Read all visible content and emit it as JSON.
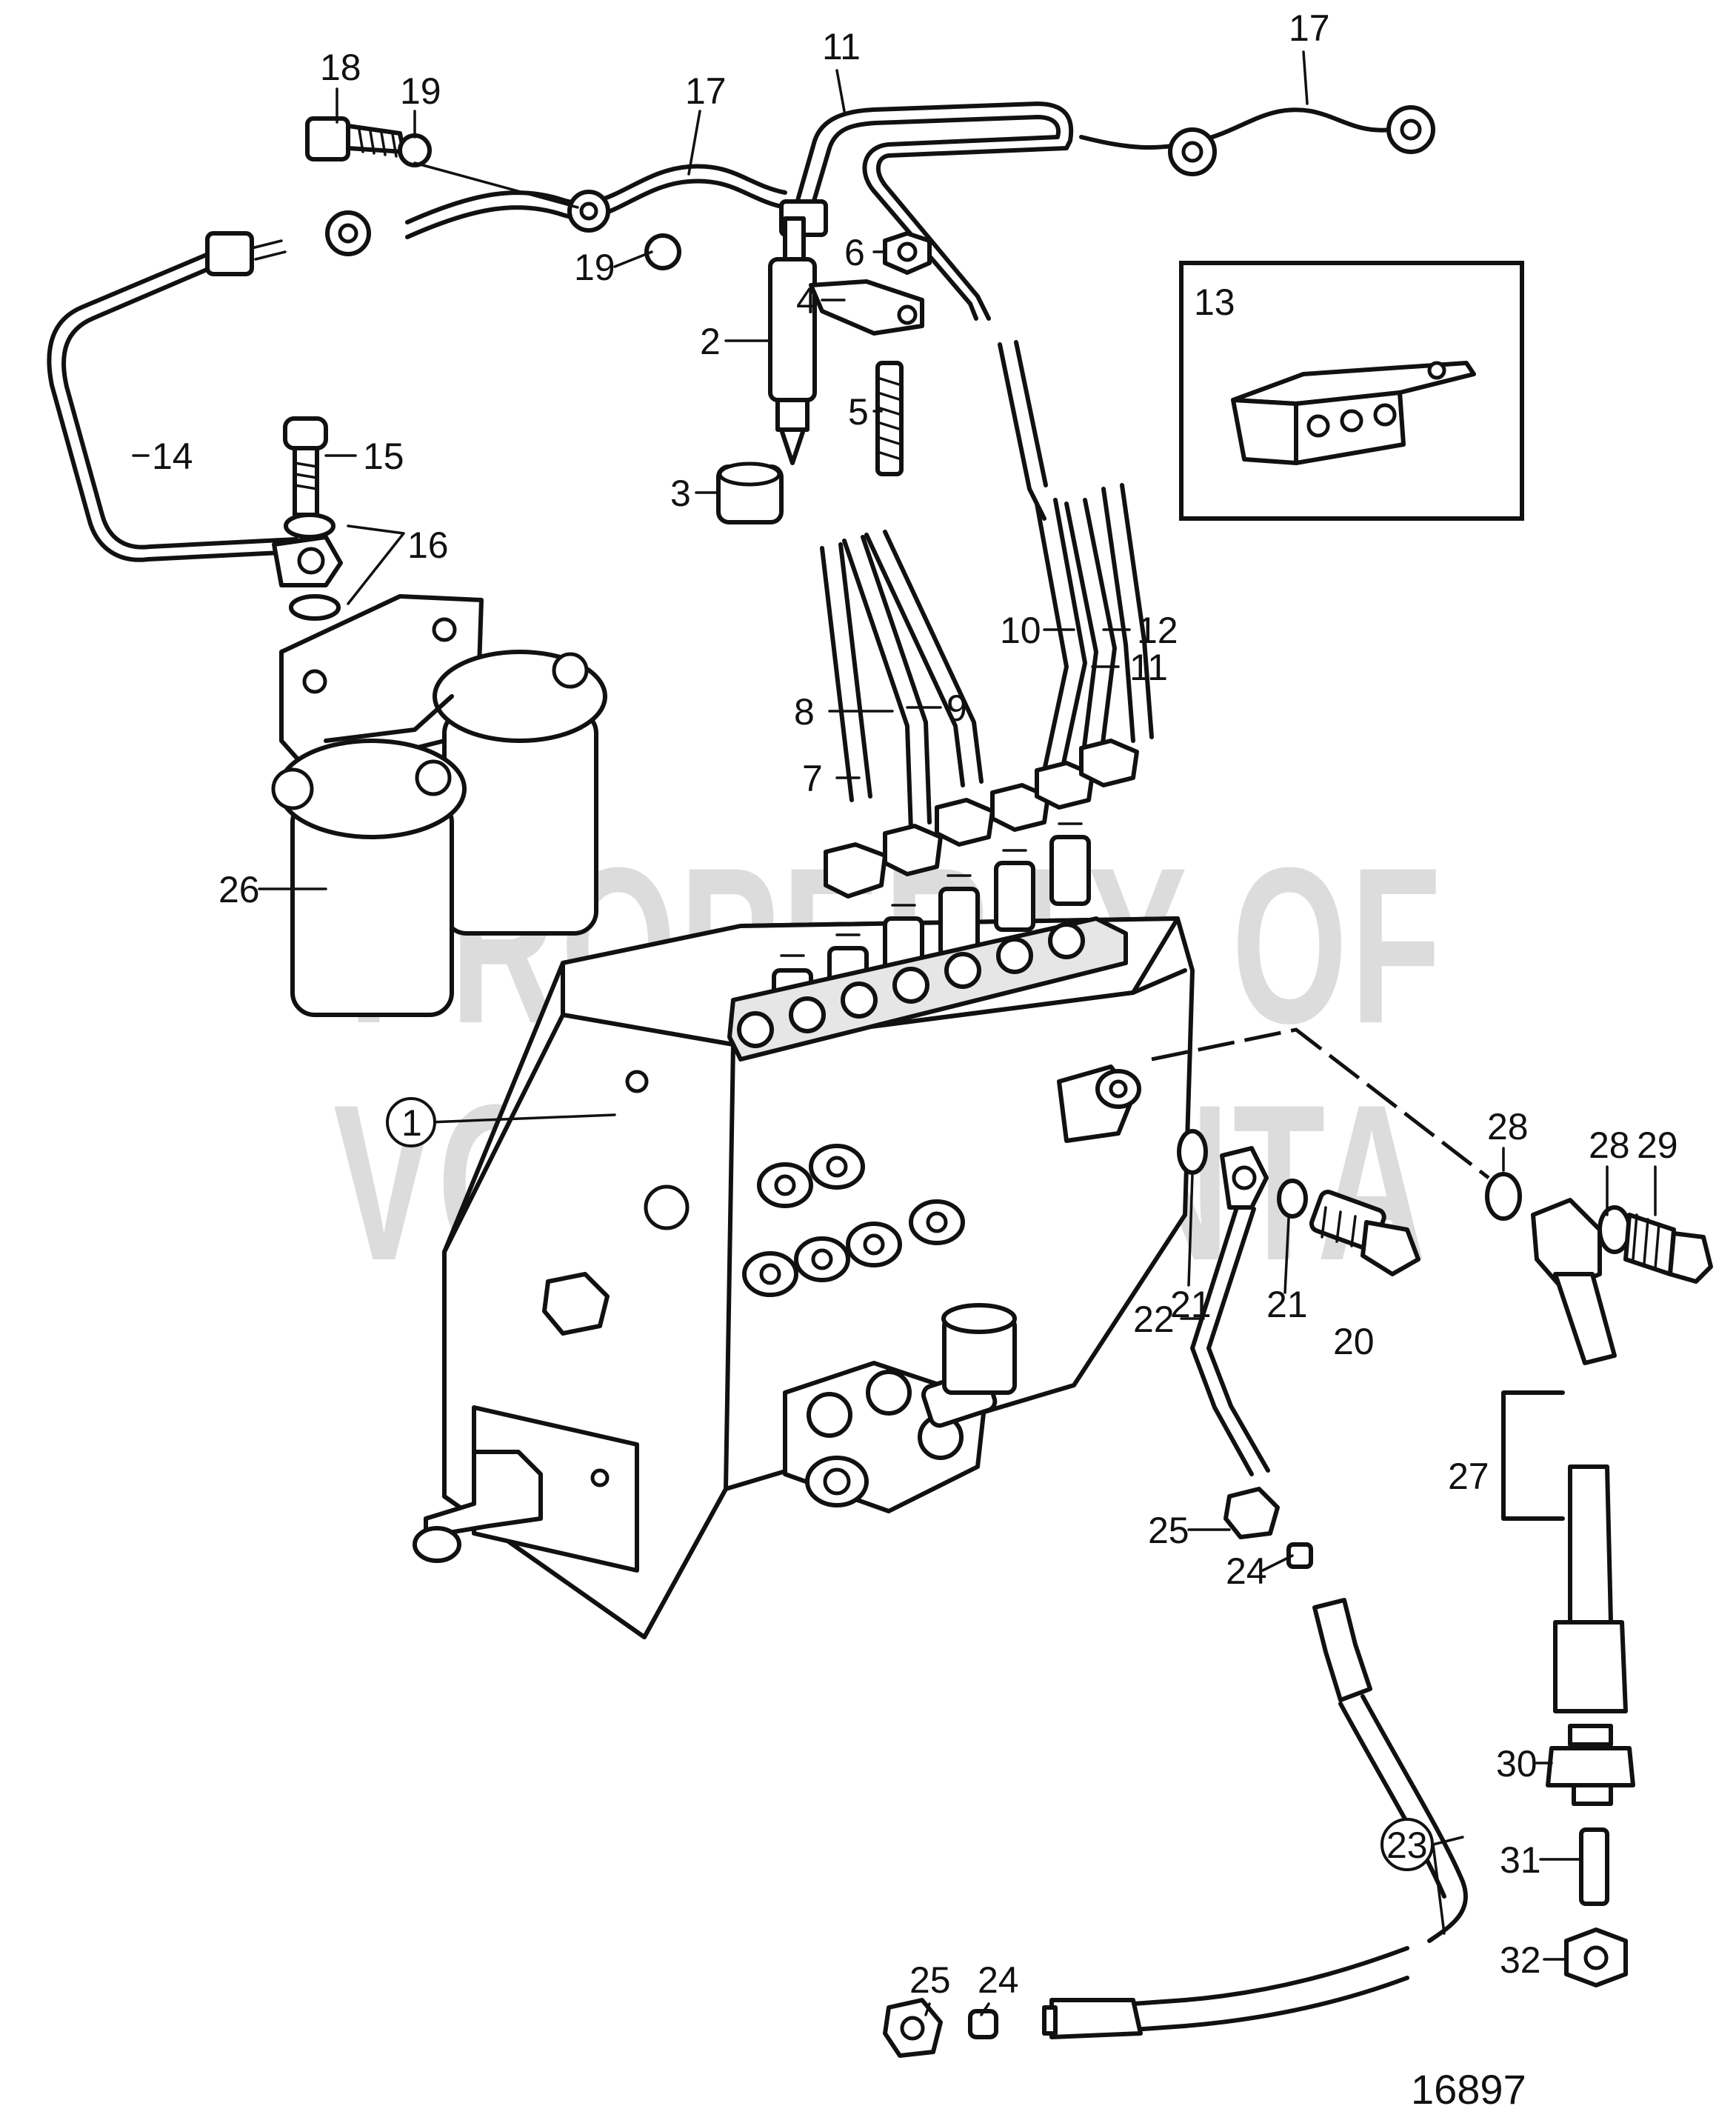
{
  "watermark": {
    "line1": "PROPERTY OF",
    "line2": "VOLVO PENTA"
  },
  "figure_number": "16897",
  "inset": {
    "label": "13"
  },
  "callouts": [
    {
      "id": "c1",
      "text": "1",
      "circled": true
    },
    {
      "id": "c2",
      "text": "2"
    },
    {
      "id": "c3",
      "text": "3"
    },
    {
      "id": "c4",
      "text": "4"
    },
    {
      "id": "c5",
      "text": "5"
    },
    {
      "id": "c6",
      "text": "6"
    },
    {
      "id": "c7",
      "text": "7"
    },
    {
      "id": "c8",
      "text": "8"
    },
    {
      "id": "c9",
      "text": "9"
    },
    {
      "id": "c10",
      "text": "10"
    },
    {
      "id": "c11a",
      "text": "11"
    },
    {
      "id": "c11b",
      "text": "11"
    },
    {
      "id": "c12",
      "text": "12"
    },
    {
      "id": "c14",
      "text": "14"
    },
    {
      "id": "c15",
      "text": "15"
    },
    {
      "id": "c16",
      "text": "16"
    },
    {
      "id": "c17a",
      "text": "17"
    },
    {
      "id": "c17b",
      "text": "17"
    },
    {
      "id": "c18",
      "text": "18"
    },
    {
      "id": "c19a",
      "text": "19"
    },
    {
      "id": "c19b",
      "text": "19"
    },
    {
      "id": "c20",
      "text": "20"
    },
    {
      "id": "c21a",
      "text": "21"
    },
    {
      "id": "c21b",
      "text": "21"
    },
    {
      "id": "c22",
      "text": "22"
    },
    {
      "id": "c23",
      "text": "23",
      "circled": true
    },
    {
      "id": "c24a",
      "text": "24"
    },
    {
      "id": "c24b",
      "text": "24"
    },
    {
      "id": "c25a",
      "text": "25"
    },
    {
      "id": "c25b",
      "text": "25"
    },
    {
      "id": "c26",
      "text": "26"
    },
    {
      "id": "c27",
      "text": "27"
    },
    {
      "id": "c28a",
      "text": "28"
    },
    {
      "id": "c28b",
      "text": "28"
    },
    {
      "id": "c29",
      "text": "29"
    },
    {
      "id": "c30",
      "text": "30"
    },
    {
      "id": "c31",
      "text": "31"
    },
    {
      "id": "c32",
      "text": "32"
    }
  ]
}
